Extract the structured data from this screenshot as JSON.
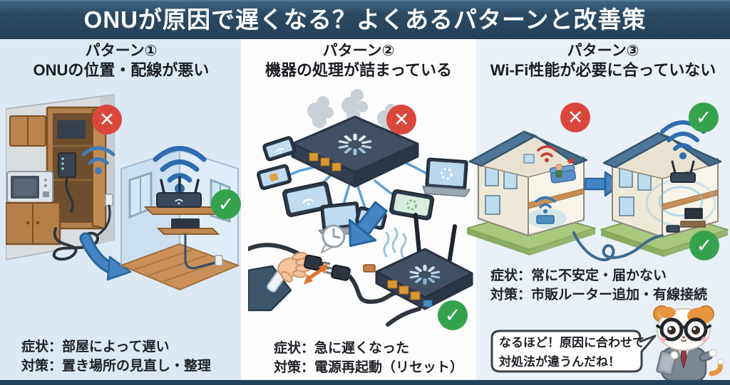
{
  "header": {
    "title": "ONUが原因で遅くなる？よくあるパターンと改善策"
  },
  "patterns": [
    {
      "label": "パターン①",
      "title": "ONUの位置・配線が悪い",
      "symptom": "症状：部屋によって遅い",
      "countermeasure": "対策：置き場所の見直し・整理"
    },
    {
      "label": "パターン②",
      "title": "機器の処理が詰まっている",
      "symptom": "症状：急に遅くなった",
      "countermeasure": "対策：電源再起動（リセット）"
    },
    {
      "label": "パターン③",
      "title": "Wi-Fi性能が必要に合っていない",
      "symptom": "症状：常に不安定・届かない",
      "countermeasure": "対策：市販ルーター追加・有線接続"
    }
  ],
  "speech_bubble": {
    "line1": "なるほど！原因に合わせて",
    "line2": "対処法が違うんだね！"
  },
  "glyphs": {
    "bad": "✕",
    "good": "✓"
  },
  "colors": {
    "header_bg": "#24415a",
    "panel_blue": "#dce9f4",
    "panel_white": "#fdfdfd",
    "panel_blue_light": "#e9f0f7",
    "bad_red": "#d9463c",
    "good_green": "#35a24e",
    "arrow_blue": "#4584c4",
    "wifi_blue": "#2e6cae",
    "accent_orange": "#e0762c",
    "wood_brown": "#b57f4a"
  }
}
